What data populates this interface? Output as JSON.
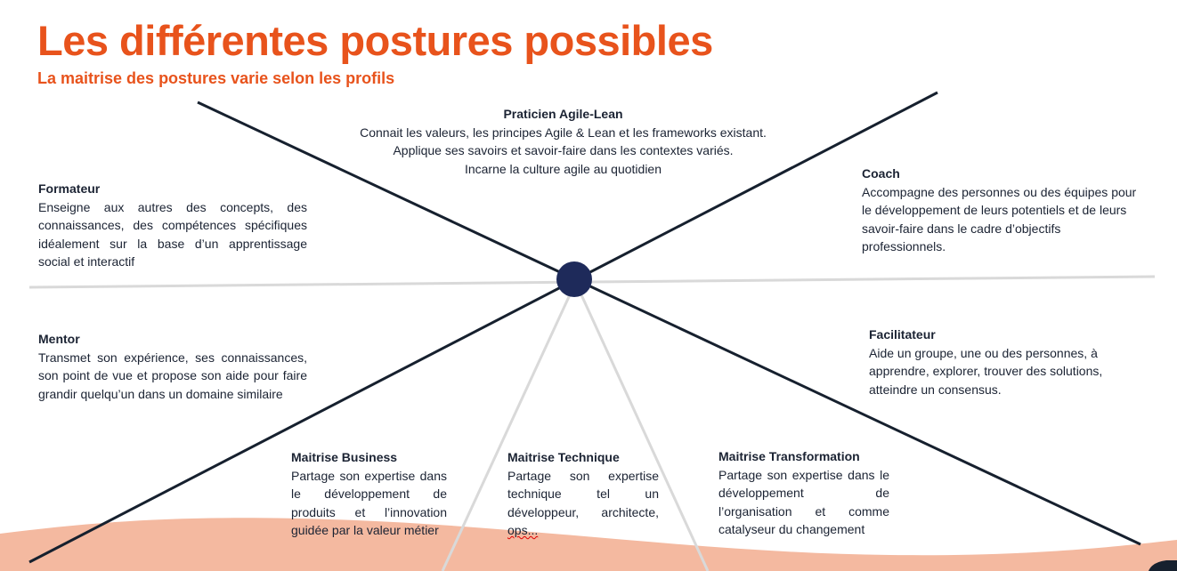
{
  "header": {
    "title": "Les différentes postures possibles",
    "subtitle": "La maitrise des postures varie selon les profils"
  },
  "postures": {
    "praticien": {
      "title": "Praticien Agile-Lean",
      "lines": [
        "Connait les valeurs, les principes Agile & Lean et les frameworks existant.",
        "Applique ses savoirs et savoir-faire dans les contextes variés.",
        "Incarne la culture agile au quotidien"
      ]
    },
    "formateur": {
      "title": "Formateur",
      "text": "Enseigne aux autres des concepts, des connaissances, des compétences spécifiques idéalement sur la base d’un apprentissage social et interactif"
    },
    "coach": {
      "title": "Coach",
      "text": "Accompagne des personnes ou des équipes pour le développement de leurs potentiels et de leurs savoir-faire dans le cadre d’objectifs professionnels."
    },
    "mentor": {
      "title": "Mentor",
      "text": "Transmet son expérience, ses connaissances, son point de vue et propose son aide pour faire grandir quelqu’un dans un domaine similaire"
    },
    "facilitateur": {
      "title": "Facilitateur",
      "text": "Aide un groupe, une ou des personnes, à apprendre, explorer, trouver des solutions, atteindre un consensus."
    },
    "business": {
      "title": "Maitrise Business",
      "text": "Partage son expertise dans le développement de produits et l’innovation guidée par la valeur métier"
    },
    "technique": {
      "title": "Maitrise Technique",
      "text": "Partage son expertise technique tel un développeur, architecte, ",
      "text_end": "ops..."
    },
    "transformation": {
      "title": "Maitrise Transformation",
      "text": "Partage son expertise dans le développement de l’organisation et comme catalyseur du changement"
    }
  },
  "colors": {
    "accent": "#e8531c",
    "navy": "#1e2a5a",
    "wave": "#f4b9a0",
    "line": "#16202e",
    "gray": "#d9d9d9"
  }
}
